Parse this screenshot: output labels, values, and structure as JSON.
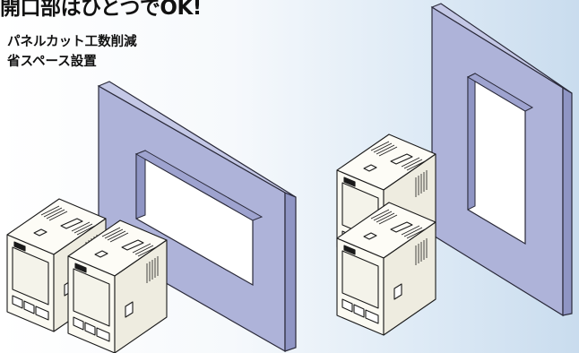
{
  "headline": "開口部はひとつでOK!",
  "features": [
    "パネルカット工数削減",
    "省スペース設置"
  ],
  "colors": {
    "panel_face": "#aeb3d9",
    "panel_side": "#8f95c4",
    "panel_edge": "#2a2a3a",
    "controller_body": "#fbfaf2",
    "controller_line": "#1a1a1a"
  }
}
